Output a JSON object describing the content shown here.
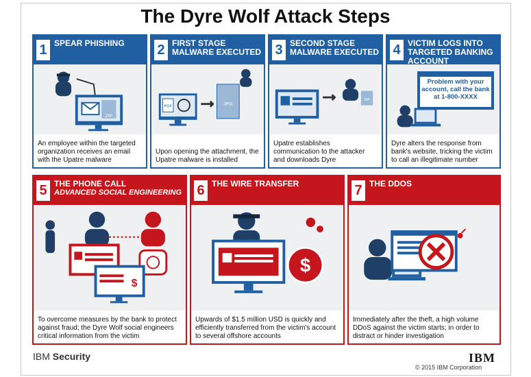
{
  "title": "The Dyre Wolf Attack Steps",
  "colors": {
    "blue": "#1f5fa2",
    "red": "#c4161c",
    "text": "#111111"
  },
  "steps": [
    {
      "num": "1",
      "title": "SPEAR PHISHING",
      "subtitle": "",
      "desc": "An employee within the targeted organization receives an email with the Upatre malware",
      "icons": [
        "hacker-icon",
        "fishing-hook-icon",
        "monitor-icon",
        "email-icon",
        "zip-file-icon"
      ],
      "tags": [
        "ZIP"
      ]
    },
    {
      "num": "2",
      "title": "FIRST STAGE MALWARE EXECUTED",
      "subtitle": "",
      "desc": "Upon opening the attachment, the Upatre malware is installed",
      "icons": [
        "monitor-icon",
        "biohazard-icon",
        "pdf-file-icon",
        "jpg-file-icon",
        "hacker-icon"
      ],
      "tags": [
        "PDF",
        "JPG"
      ]
    },
    {
      "num": "3",
      "title": "SECOND STAGE MALWARE EXECUTED",
      "subtitle": "",
      "desc": "Upatre establishes communication to the attacker and downloads Dyre",
      "icons": [
        "monitor-icon",
        "hacker-icon",
        "zip-file-icon"
      ],
      "tags": [
        "ZIP"
      ]
    },
    {
      "num": "4",
      "title": "VICTIM LOGS INTO TARGETED BANKING ACCOUNT",
      "subtitle": "",
      "desc": "Dyre alters the response from bank's website, tricking the victim to call an illegitimate number",
      "icons": [
        "browser-window-icon",
        "user-icon",
        "laptop-icon"
      ],
      "message": "Problem with your account, call the bank at 1-800-XXXX"
    },
    {
      "num": "5",
      "title": "THE PHONE CALL",
      "subtitle": "ADVANCED SOCIAL ENGINEERING",
      "desc": "To overcome measures by the bank to protect against fraud; the Dyre Wolf social engineers critical information from the victim",
      "icons": [
        "user-icon",
        "operator-icon",
        "phone-icon",
        "monitor-icon",
        "dollar-icon"
      ],
      "tags": [
        "$"
      ]
    },
    {
      "num": "6",
      "title": "THE WIRE TRANSFER",
      "subtitle": "",
      "desc": "Upwards of $1.5 million USD is quickly and efficiently transferred from the victim's account to several offshore accounts",
      "icons": [
        "hacker-icon",
        "monitor-icon",
        "coins-icon",
        "dollar-icon"
      ],
      "tags": [
        "$"
      ]
    },
    {
      "num": "7",
      "title": "THE DDOS",
      "subtitle": "",
      "desc": "Immediately after the theft, a high volume DDoS against the victim starts; in order to distract or hinder investigation",
      "icons": [
        "user-icon",
        "laptop-icon",
        "browser-window-icon",
        "x-mark-icon",
        "bomb-icon"
      ]
    }
  ],
  "footer": {
    "brand_prefix": "IBM",
    "brand_main": "Security",
    "logo": "IBM",
    "copyright": "© 2015 IBM Corporation"
  }
}
